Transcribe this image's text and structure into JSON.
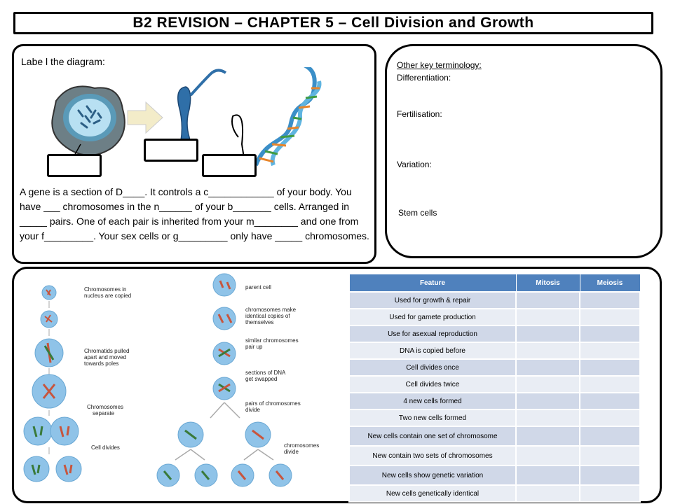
{
  "title": "B2 REVISION – CHAPTER 5 – Cell Division and Growth",
  "diagram_section": {
    "instruction": "Labe l the diagram:",
    "paragraph": "A gene is a section of D____. It controls a c____________ of your body. You have ___ chromosomes in the n______ of your b_______ cells. Arranged in _____ pairs. One of each pair is inherited from your m________ and one from your f_________. Your sex cells or g_________ only have _____ chromosomes."
  },
  "terminology": {
    "heading": "Other key terminology:",
    "terms": [
      "Differentiation:",
      "Fertilisation:",
      "Variation:",
      "Stem cells"
    ]
  },
  "mitosis_labels": [
    "Chromosomes in nucleus are copied",
    "Chromatids pulled apart and moved towards poles",
    "Chromosomes separate",
    "Cell divides"
  ],
  "meiosis_labels": [
    "parent cell",
    "chromosomes make identical copies of themselves",
    "similar chromosomes pair up",
    "sections of DNA get swapped",
    "pairs of chromosomes divide",
    "chromosomes divide"
  ],
  "table": {
    "headers": [
      "Feature",
      "Mitosis",
      "Meiosis"
    ],
    "rows": [
      "Used for growth & repair",
      "Used for gamete production",
      "Use for asexual reproduction",
      "DNA is copied before",
      "Cell divides once",
      "Cell divides twice",
      "4 new cells formed",
      "Two new cells formed",
      "New cells contain one set of chromosome",
      "New contain two sets of chromosomes",
      "New cells show genetic variation",
      "New cells genetically identical"
    ]
  },
  "colors": {
    "header_blue": "#4f81bd",
    "row_dark": "#d0d8e8",
    "row_light": "#e9edf4",
    "cell_blue": "#8fc3e8",
    "chromosome_green": "#3a7a3a",
    "chromosome_red": "#c8553d"
  }
}
